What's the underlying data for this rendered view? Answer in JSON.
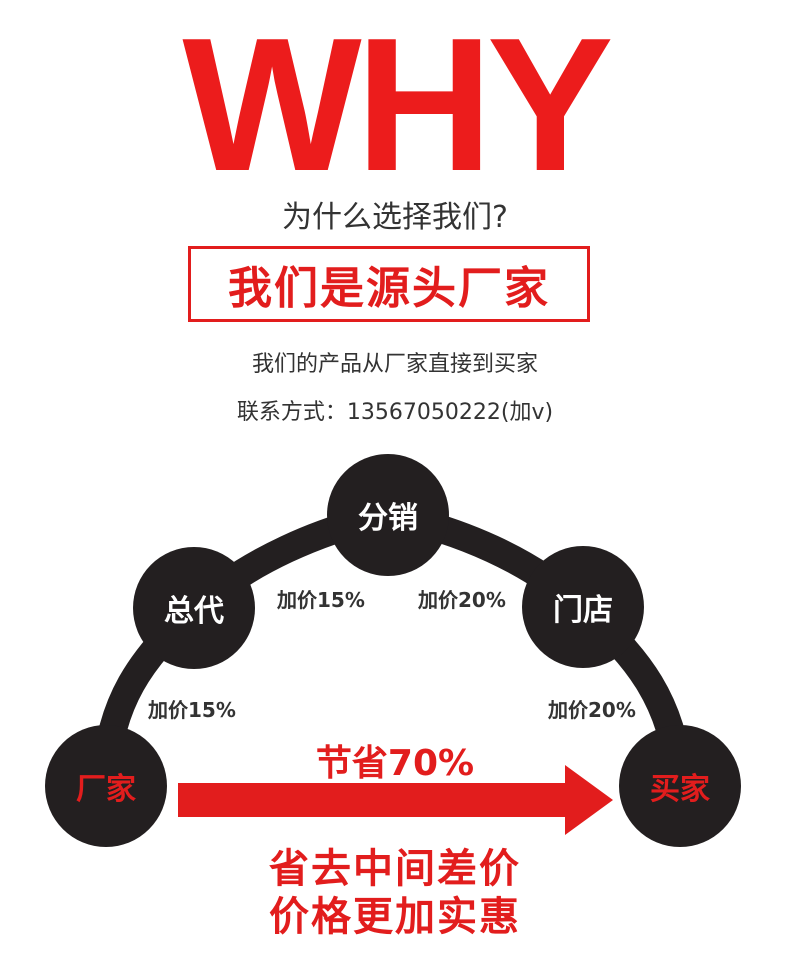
{
  "header": {
    "why": "WHY",
    "question": "为什么选择我们?",
    "source_banner": "我们是源头厂家",
    "subtitle": "我们的产品从厂家直接到买家",
    "contact": "联系方式：13567050222(加v)"
  },
  "chain": {
    "nodes": {
      "factory": "厂家",
      "general_agent": "总代",
      "distributor": "分销",
      "store": "门店",
      "buyer": "买家"
    },
    "markups": {
      "factory_to_agent": "加价15%",
      "agent_to_distributor": "加价15%",
      "distributor_to_store": "加价20%",
      "store_to_buyer": "加价20%"
    },
    "savings": "节省70%"
  },
  "footer": {
    "line1": "省去中间差价",
    "line2": "价格更加实惠"
  },
  "colors": {
    "accent_red": "#e21d1d",
    "node_dark": "#231f20"
  }
}
